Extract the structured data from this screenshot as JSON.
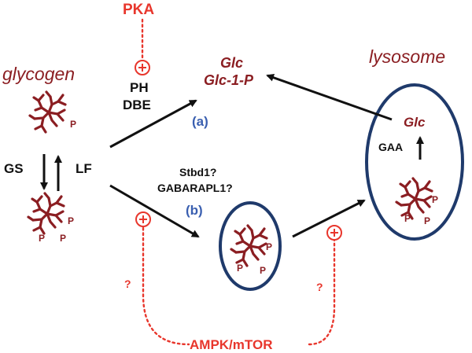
{
  "labels": {
    "pka": "PKA",
    "glycogen": "glycogen",
    "lysosome": "lysosome",
    "ph": "PH",
    "dbe": "DBE",
    "glc_top": "Glc",
    "glc1p": "Glc-1-P",
    "glc_lyso": "Glc",
    "gaa": "GAA",
    "gs": "GS",
    "lf": "LF",
    "path_a": "(a)",
    "path_b": "(b)",
    "stbd1": "Stbd1?",
    "gabarapl1": "GABARAPL1?",
    "ampk": "AMPK/mTOR",
    "q_left": "?",
    "q_right": "?",
    "phosphate": "P"
  },
  "colors": {
    "regulator_red": "#e8362c",
    "glycogen_maroon": "#8b1e22",
    "vesicle_navy": "#1f3a6b",
    "pathway_blue": "#3a5fb0",
    "arrow_black": "#111111"
  }
}
